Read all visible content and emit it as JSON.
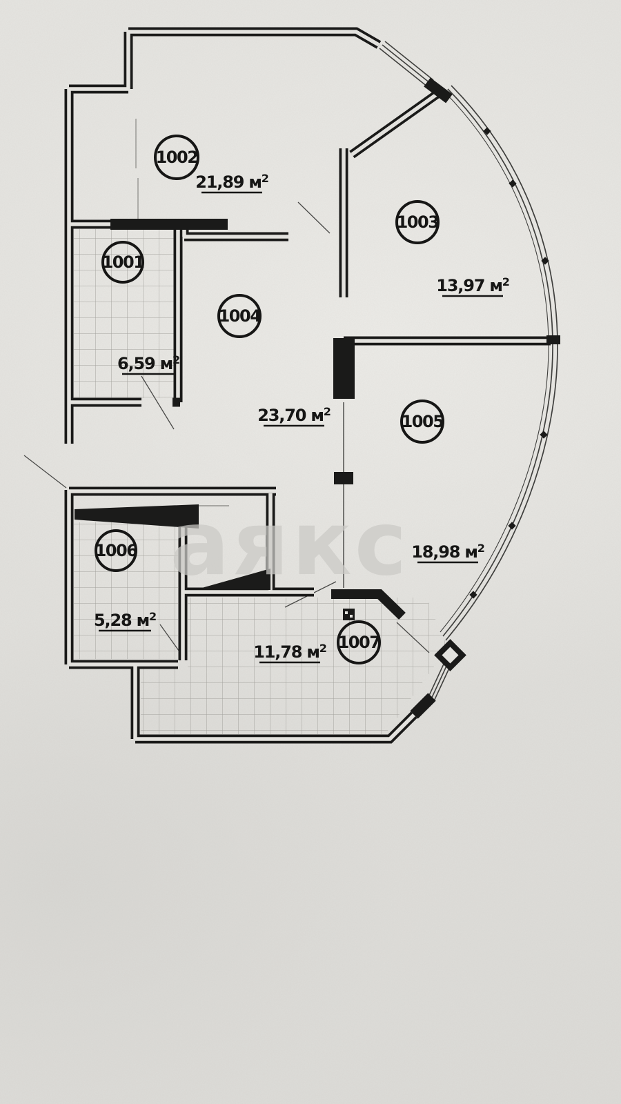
{
  "watermark": {
    "text": "аякс"
  },
  "units": {
    "suffix": " м",
    "sup": "2"
  },
  "rooms": [
    {
      "id": "1001",
      "number": "1001",
      "area": "6,59"
    },
    {
      "id": "1002",
      "number": "1002",
      "area": "21,89"
    },
    {
      "id": "1003",
      "number": "1003",
      "area": "13,97"
    },
    {
      "id": "1004",
      "number": "1004",
      "area": "23,70"
    },
    {
      "id": "1005",
      "number": "1005",
      "area": "18,98"
    },
    {
      "id": "1006",
      "number": "1006",
      "area": "5,28"
    },
    {
      "id": "1007",
      "number": "1007",
      "area": "11,78"
    }
  ],
  "colors": {
    "paper": "#e3e2de",
    "wall": "#1a1a19",
    "thin": "#3f3f3d",
    "grid": "#a3a29d",
    "watermark": "#cbcac6"
  }
}
